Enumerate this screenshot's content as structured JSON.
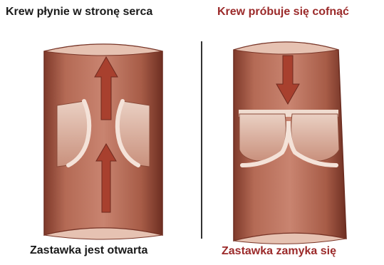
{
  "left_panel": {
    "title": "Krew płynie w stronę serca",
    "caption": "Zastawka jest otwarta"
  },
  "right_panel": {
    "title": "Krew próbuje się cofnąć",
    "caption": "Zastawka zamyka się"
  },
  "colors": {
    "vein_dark": "#8a3f2f",
    "vein_mid": "#b46a55",
    "vein_light": "#e6c2b2",
    "valve_cusp": "#dcb0a0",
    "valve_edge": "#f4e2d8",
    "arrow": "#a8402e",
    "divider": "#333333",
    "title_dark": "#1a1a1a",
    "title_red": "#9b2a2a"
  },
  "arrows": {
    "left": [
      "up-arrow-top",
      "up-arrow-bottom"
    ],
    "right": [
      "down-arrow"
    ]
  }
}
